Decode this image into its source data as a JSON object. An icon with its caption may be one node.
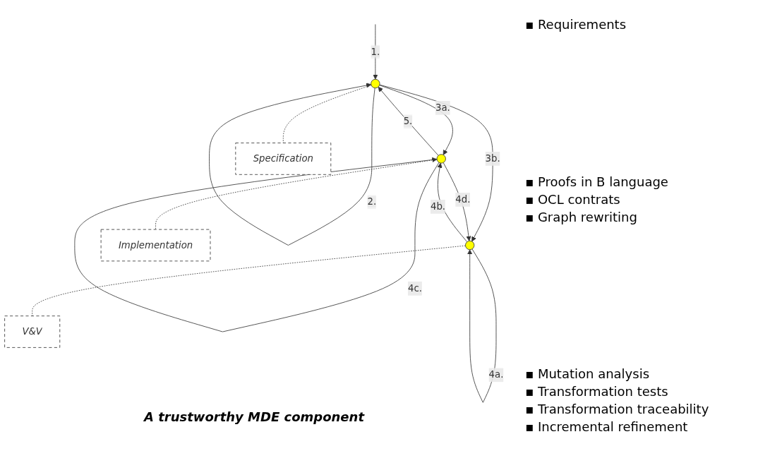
{
  "diagram": {
    "caption": "A trustworthy MDE component",
    "nodes": [
      {
        "text": [],
        "shape": "circle"
      },
      {
        "text": [],
        "shape": "circle"
      },
      {
        "text": [],
        "shape": "circle"
      },
      {
        "text": [
          "Specification"
        ]
      },
      {
        "text": [
          "Implementation"
        ]
      },
      {
        "text": [
          "V&V"
        ]
      }
    ],
    "edges": [
      {
        "from": null,
        "to": 0,
        "arrow": "to",
        "label": "1."
      },
      {
        "from": 0,
        "to": 0,
        "arrow": "to",
        "label": "2."
      },
      {
        "from": 0,
        "to": 1,
        "arrow": "to",
        "label": "3a."
      },
      {
        "from": 0,
        "to": 2,
        "arrow": "to",
        "label": "3b."
      },
      {
        "from": 1,
        "to": 1,
        "arrow": "to",
        "label": "4c."
      },
      {
        "from": 2,
        "to": 2,
        "arrow": "to",
        "label": "4a."
      },
      {
        "from": 2,
        "to": 1,
        "arrow": "to",
        "label": "4b."
      },
      {
        "from": 1,
        "to": 2,
        "arrow": "to",
        "label": "4d."
      },
      {
        "from": 1,
        "to": 0,
        "arrow": "to",
        "label": "5."
      },
      {
        "from": 0,
        "to": 3,
        "arrow": "none",
        "style": "dashed"
      },
      {
        "from": 1,
        "to": 4,
        "arrow": "none",
        "style": "dashed"
      },
      {
        "from": 2,
        "to": 5,
        "arrow": "none",
        "style": "dashed"
      }
    ],
    "labels": [
      "▪ Requirements",
      "▪ Proofs in B language",
      "▪ OCL contrats",
      "▪ Graph rewriting",
      "▪ Mutation analysis",
      "▪ Transformation tests",
      "▪ Transformation traceability",
      "▪ Incremental refinement"
    ]
  }
}
